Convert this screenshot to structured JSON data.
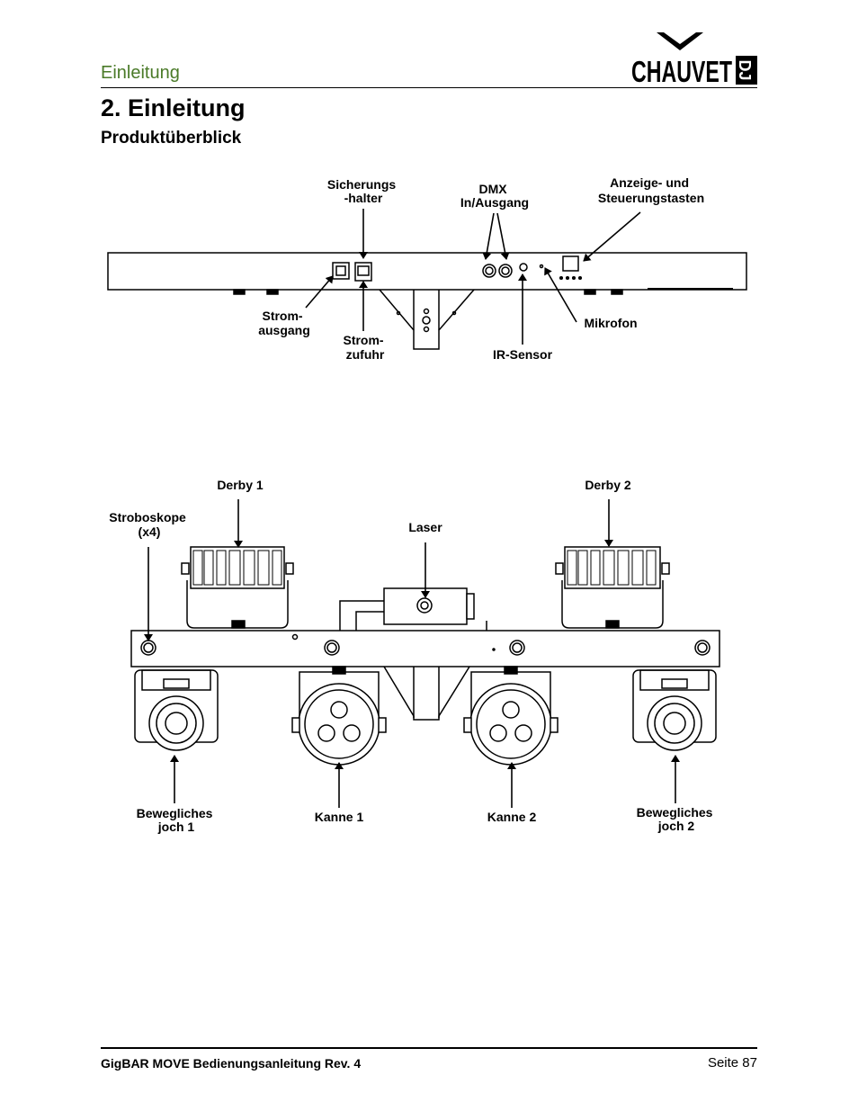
{
  "header": {
    "section": "Einleitung",
    "logo_text": "CHAUVET DJ"
  },
  "page": {
    "title": "2. Einleitung",
    "subtitle": "Produktüberblick"
  },
  "rear_view": {
    "fuse_holder": [
      "Sicherungs",
      "-halter"
    ],
    "dmx": [
      "DMX",
      "In/Ausgang"
    ],
    "display": [
      "Anzeige- und",
      "Steuerungstasten"
    ],
    "power_out": [
      "Strom-",
      "ausgang"
    ],
    "power_in": [
      "Strom-",
      "zufuhr"
    ],
    "ir_sensor": "IR-Sensor",
    "microphone": "Mikrofon"
  },
  "front_view": {
    "derby1": "Derby 1",
    "derby2": "Derby 2",
    "strobes": [
      "Stroboskope",
      "(x4)"
    ],
    "laser": "Laser",
    "yoke1": [
      "Bewegliches",
      "joch 1"
    ],
    "par1": "Kanne 1",
    "par2": "Kanne 2",
    "yoke2": [
      "Bewegliches",
      "joch 2"
    ]
  },
  "footer": {
    "manual": "GigBAR MOVE Bedienungsanleitung Rev. 4",
    "page": "Seite 87"
  }
}
